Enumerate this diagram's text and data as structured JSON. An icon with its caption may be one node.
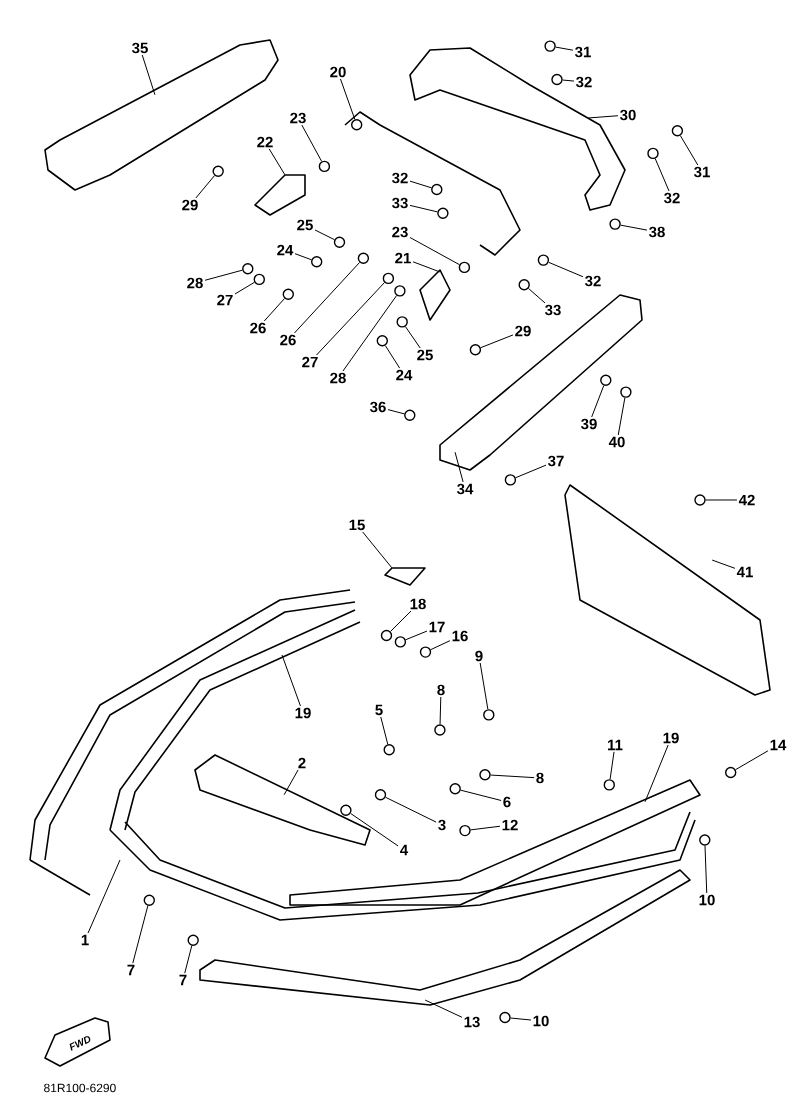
{
  "diagram": {
    "nodes": [
      {
        "text": [
          "35"
        ]
      },
      {
        "text": [
          "31"
        ]
      },
      {
        "text": [
          "32"
        ]
      },
      {
        "text": [
          "20"
        ]
      },
      {
        "text": [
          "30"
        ]
      },
      {
        "text": [
          "23"
        ]
      },
      {
        "text": [
          "22"
        ]
      },
      {
        "text": [
          "31"
        ]
      },
      {
        "text": [
          "32"
        ]
      },
      {
        "text": [
          "29"
        ]
      },
      {
        "text": [
          "32"
        ]
      },
      {
        "text": [
          "33"
        ]
      },
      {
        "text": [
          "25"
        ]
      },
      {
        "text": [
          "38"
        ]
      },
      {
        "text": [
          "23"
        ]
      },
      {
        "text": [
          "24"
        ]
      },
      {
        "text": [
          "21"
        ]
      },
      {
        "text": [
          "28"
        ]
      },
      {
        "text": [
          "27"
        ]
      },
      {
        "text": [
          "32"
        ]
      },
      {
        "text": [
          "26"
        ]
      },
      {
        "text": [
          "33"
        ]
      },
      {
        "text": [
          "26"
        ]
      },
      {
        "text": [
          "27"
        ]
      },
      {
        "text": [
          "29"
        ]
      },
      {
        "text": [
          "25"
        ]
      },
      {
        "text": [
          "28"
        ]
      },
      {
        "text": [
          "24"
        ]
      },
      {
        "text": [
          "36"
        ]
      },
      {
        "text": [
          "39"
        ]
      },
      {
        "text": [
          "40"
        ]
      },
      {
        "text": [
          "37"
        ]
      },
      {
        "text": [
          "34"
        ]
      },
      {
        "text": [
          "42"
        ]
      },
      {
        "text": [
          "15"
        ]
      },
      {
        "text": [
          "41"
        ]
      },
      {
        "text": [
          "18"
        ]
      },
      {
        "text": [
          "17"
        ]
      },
      {
        "text": [
          "16"
        ]
      },
      {
        "text": [
          "9"
        ]
      },
      {
        "text": [
          "19"
        ]
      },
      {
        "text": [
          "8"
        ]
      },
      {
        "text": [
          "5"
        ]
      },
      {
        "text": [
          "11"
        ]
      },
      {
        "text": [
          "19"
        ]
      },
      {
        "text": [
          "14"
        ]
      },
      {
        "text": [
          "2"
        ]
      },
      {
        "text": [
          "8"
        ]
      },
      {
        "text": [
          "6"
        ]
      },
      {
        "text": [
          "3"
        ]
      },
      {
        "text": [
          "4"
        ]
      },
      {
        "text": [
          "12"
        ]
      },
      {
        "text": [
          "10"
        ]
      },
      {
        "text": [
          "1"
        ]
      },
      {
        "text": [
          "7"
        ]
      },
      {
        "text": [
          "7"
        ]
      },
      {
        "text": [
          "13"
        ]
      },
      {
        "text": [
          "10"
        ]
      },
      {
        "text": [],
        "shape": "picture"
      },
      {
        "text": [],
        "shape": "circle"
      },
      {
        "text": [],
        "shape": "circle"
      },
      {
        "text": [],
        "shape": "circle"
      },
      {
        "text": [],
        "shape": "picture"
      },
      {
        "text": [],
        "shape": "circle"
      },
      {
        "text": [],
        "shape": "picture"
      },
      {
        "text": [],
        "shape": "circle"
      },
      {
        "text": [],
        "shape": "circle"
      },
      {
        "text": [],
        "shape": "circle"
      },
      {
        "text": [],
        "shape": "circle"
      },
      {
        "text": [],
        "shape": "circle"
      },
      {
        "text": [],
        "shape": "circle"
      },
      {
        "text": [],
        "shape": "circle"
      },
      {
        "text": [],
        "shape": "circle"
      },
      {
        "text": [],
        "shape": "circle"
      },
      {
        "text": [],
        "shape": "picture"
      },
      {
        "text": [],
        "shape": "circle"
      },
      {
        "text": [],
        "shape": "circle"
      },
      {
        "text": [],
        "shape": "circle"
      },
      {
        "text": [],
        "shape": "circle"
      },
      {
        "text": [],
        "shape": "circle"
      },
      {
        "text": [],
        "shape": "circle"
      },
      {
        "text": [],
        "shape": "circle"
      },
      {
        "text": [],
        "shape": "circle"
      },
      {
        "text": [],
        "shape": "circle"
      },
      {
        "text": [],
        "shape": "circle"
      },
      {
        "text": [],
        "shape": "circle"
      },
      {
        "text": [],
        "shape": "circle"
      },
      {
        "text": [],
        "shape": "circle"
      },
      {
        "text": [],
        "shape": "circle"
      },
      {
        "text": [],
        "shape": "circle"
      },
      {
        "text": [],
        "shape": "picture"
      },
      {
        "text": [],
        "shape": "circle"
      },
      {
        "text": [],
        "shape": "picture"
      },
      {
        "text": [],
        "shape": "picture"
      },
      {
        "text": [],
        "shape": "circle"
      },
      {
        "text": [],
        "shape": "circle"
      },
      {
        "text": [],
        "shape": "circle"
      },
      {
        "text": [],
        "shape": "circle"
      },
      {
        "text": [],
        "shape": "circle"
      },
      {
        "text": [],
        "shape": "circle"
      },
      {
        "text": [],
        "shape": "circle"
      },
      {
        "text": [],
        "shape": "picture"
      },
      {
        "text": [],
        "shape": "circle"
      },
      {
        "text": [],
        "shape": "picture"
      },
      {
        "text": [],
        "shape": "circle"
      },
      {
        "text": [],
        "shape": "circle"
      },
      {
        "text": [],
        "shape": "circle"
      },
      {
        "text": [],
        "shape": "circle"
      },
      {
        "text": [],
        "shape": "circle"
      },
      {
        "text": [],
        "shape": "circle"
      },
      {
        "text": [],
        "shape": "circle"
      },
      {
        "text": [],
        "shape": "circle"
      },
      {
        "text": [],
        "shape": "picture"
      },
      {
        "text": [],
        "shape": "circle"
      }
    ],
    "edges": [
      {
        "from": 0,
        "to": 58,
        "arrow": "none"
      },
      {
        "from": 1,
        "to": 59,
        "arrow": "none"
      },
      {
        "from": 2,
        "to": 60,
        "arrow": "none"
      },
      {
        "from": 3,
        "to": 61,
        "arrow": "none"
      },
      {
        "from": 4,
        "to": 62,
        "arrow": "none"
      },
      {
        "from": 5,
        "to": 63,
        "arrow": "none"
      },
      {
        "from": 6,
        "to": 64,
        "arrow": "none"
      },
      {
        "from": 7,
        "to": 65,
        "arrow": "none"
      },
      {
        "from": 8,
        "to": 66,
        "arrow": "none"
      },
      {
        "from": 9,
        "to": 67,
        "arrow": "none"
      },
      {
        "from": 10,
        "to": 68,
        "arrow": "none"
      },
      {
        "from": 11,
        "to": 69,
        "arrow": "none"
      },
      {
        "from": 12,
        "to": 70,
        "arrow": "none"
      },
      {
        "from": 13,
        "to": 71,
        "arrow": "none"
      },
      {
        "from": 14,
        "to": 72,
        "arrow": "none"
      },
      {
        "from": 15,
        "to": 73,
        "arrow": "none"
      },
      {
        "from": 16,
        "to": 74,
        "arrow": "none"
      },
      {
        "from": 17,
        "to": 75,
        "arrow": "none"
      },
      {
        "from": 18,
        "to": 76,
        "arrow": "none"
      },
      {
        "from": 19,
        "to": 77,
        "arrow": "none"
      },
      {
        "from": 20,
        "to": 78,
        "arrow": "none"
      },
      {
        "from": 21,
        "to": 79,
        "arrow": "none"
      },
      {
        "from": 22,
        "to": 80,
        "arrow": "none"
      },
      {
        "from": 23,
        "to": 81,
        "arrow": "none"
      },
      {
        "from": 24,
        "to": 82,
        "arrow": "none"
      },
      {
        "from": 25,
        "to": 83,
        "arrow": "none"
      },
      {
        "from": 26,
        "to": 84,
        "arrow": "none"
      },
      {
        "from": 27,
        "to": 85,
        "arrow": "none"
      },
      {
        "from": 28,
        "to": 86,
        "arrow": "none"
      },
      {
        "from": 29,
        "to": 87,
        "arrow": "none"
      },
      {
        "from": 30,
        "to": 88,
        "arrow": "none"
      },
      {
        "from": 31,
        "to": 89,
        "arrow": "none"
      },
      {
        "from": 32,
        "to": 90,
        "arrow": "none"
      },
      {
        "from": 33,
        "to": 91,
        "arrow": "none"
      },
      {
        "from": 34,
        "to": 92,
        "arrow": "none"
      },
      {
        "from": 35,
        "to": 93,
        "arrow": "none"
      },
      {
        "from": 36,
        "to": 94,
        "arrow": "none"
      },
      {
        "from": 37,
        "to": 95,
        "arrow": "none"
      },
      {
        "from": 38,
        "to": 96,
        "arrow": "none"
      },
      {
        "from": 39,
        "to": 97,
        "arrow": "none"
      },
      {
        "from": 40,
        "to": null,
        "arrow": "none"
      },
      {
        "from": 41,
        "to": 98,
        "arrow": "none"
      },
      {
        "from": 42,
        "to": 99,
        "arrow": "none"
      },
      {
        "from": 43,
        "to": 100,
        "arrow": "none"
      },
      {
        "from": 44,
        "to": 101,
        "arrow": "none"
      },
      {
        "from": 45,
        "to": 102,
        "arrow": "none"
      },
      {
        "from": 46,
        "to": 103,
        "arrow": "none"
      },
      {
        "from": 47,
        "to": 104,
        "arrow": "none"
      },
      {
        "from": 48,
        "to": 105,
        "arrow": "none"
      },
      {
        "from": 49,
        "to": 106,
        "arrow": "none"
      },
      {
        "from": 50,
        "to": 107,
        "arrow": "none"
      },
      {
        "from": 51,
        "to": 108,
        "arrow": "none"
      },
      {
        "from": 52,
        "to": 109,
        "arrow": "none"
      },
      {
        "from": 53,
        "to": null,
        "arrow": "none"
      },
      {
        "from": 54,
        "to": 110,
        "arrow": "none"
      },
      {
        "from": 55,
        "to": 111,
        "arrow": "none"
      },
      {
        "from": 56,
        "to": 112,
        "arrow": "none"
      },
      {
        "from": 57,
        "to": 113,
        "arrow": "none"
      }
    ],
    "labels": [
      "FWD",
      "81R100-6290"
    ]
  }
}
